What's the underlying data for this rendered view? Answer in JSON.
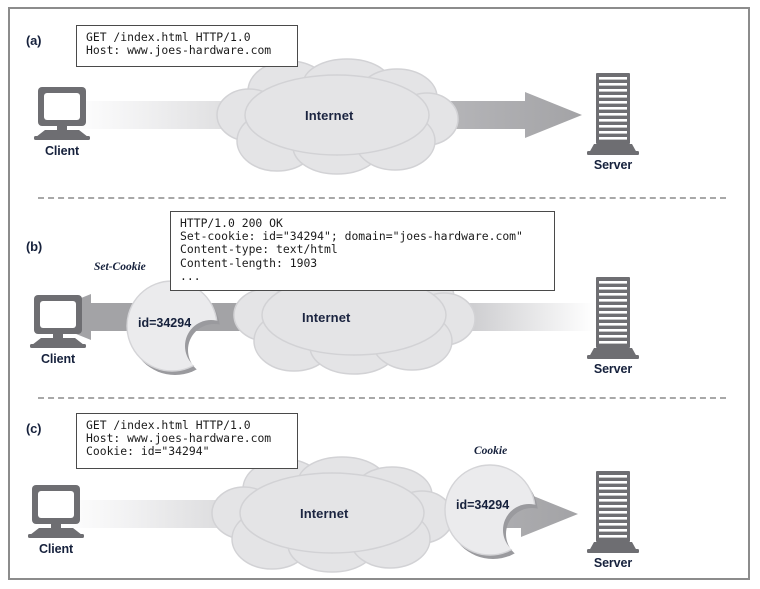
{
  "figure": {
    "border_color": "#8c8c8c",
    "background": "#ffffff"
  },
  "colors": {
    "arrow_gray": "#a3a3a6",
    "cloud_fill": "#e4e4e6",
    "cloud_edge": "#cfcfd2",
    "device_gray": "#6e6e72",
    "text_dark": "#16213c",
    "divider": "#a8a8a8"
  },
  "panels": [
    {
      "id": "a",
      "label": "(a)",
      "message": "GET /index.html HTTP/1.0\nHost: www.joes-hardware.com",
      "direction": "client-to-server",
      "cloud_label": "Internet",
      "left_endpoint": "Client",
      "right_endpoint": "Server",
      "cookie": null,
      "cookie_tag": null
    },
    {
      "id": "b",
      "label": "(b)",
      "message": "HTTP/1.0 200 OK\nSet-cookie: id=\"34294\"; domain=\"joes-hardware.com\"\nContent-type: text/html\nContent-length: 1903\n...",
      "direction": "server-to-client",
      "cloud_label": "Internet",
      "left_endpoint": "Client",
      "right_endpoint": "Server",
      "cookie": "id=34294",
      "cookie_tag": "Set-Cookie"
    },
    {
      "id": "c",
      "label": "(c)",
      "message": "GET /index.html HTTP/1.0\nHost: www.joes-hardware.com\nCookie: id=\"34294\"",
      "direction": "client-to-server",
      "cloud_label": "Internet",
      "left_endpoint": "Client",
      "right_endpoint": "Server",
      "cookie": "id=34294",
      "cookie_tag": "Cookie"
    }
  ]
}
